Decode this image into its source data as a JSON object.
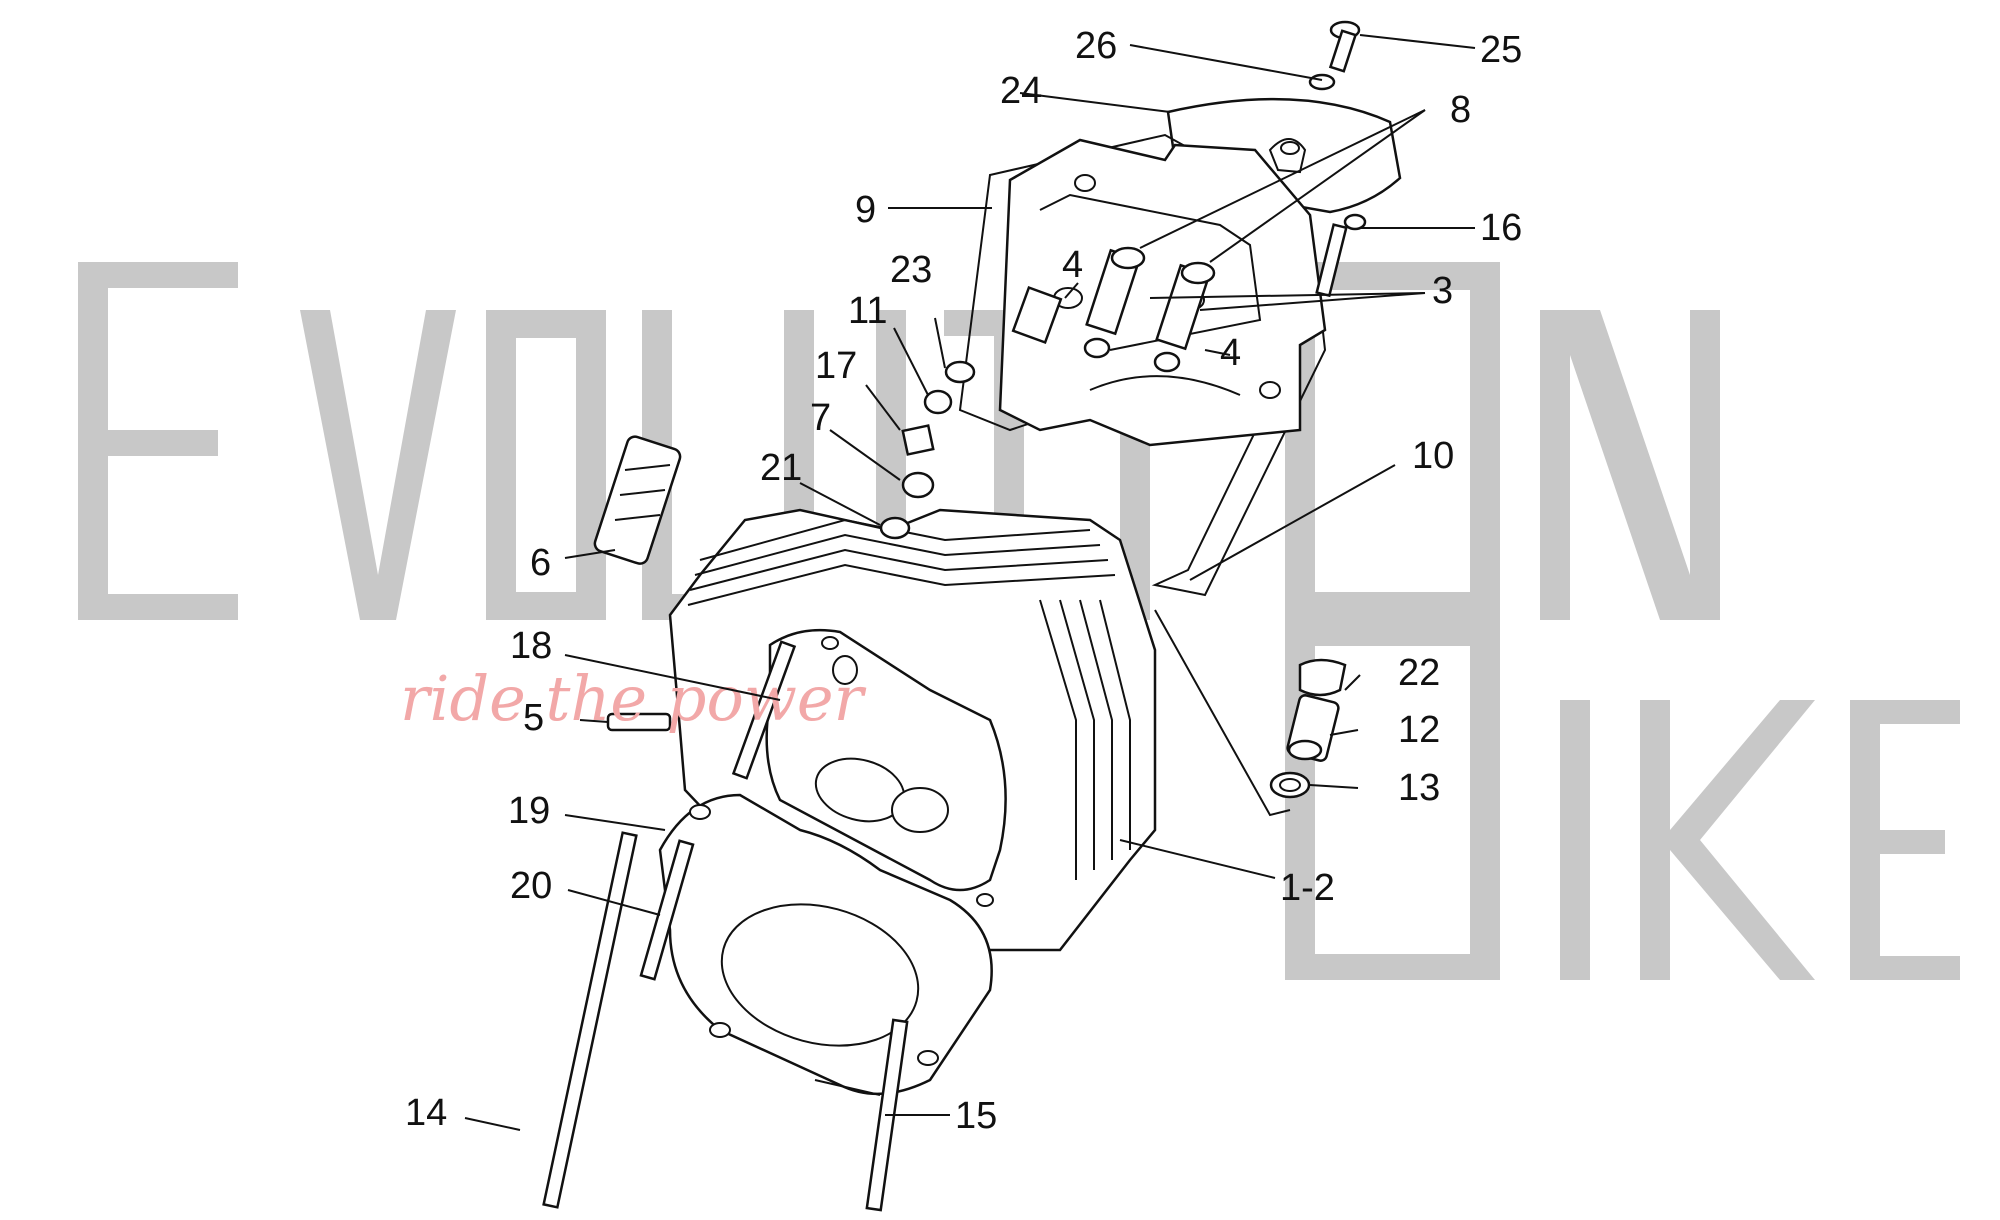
{
  "watermark": {
    "letters_top": [
      "E",
      "V",
      "O",
      "L",
      "U",
      "T",
      "I",
      "O",
      "N"
    ],
    "letters_bottom": [
      "B",
      "I",
      "K",
      "E"
    ],
    "slogan": "ride the power",
    "color": "#c8c8c8",
    "slogan_color": "#f2a8a8"
  },
  "callouts": {
    "c26": "26",
    "c25": "25",
    "c24": "24",
    "c8": "8",
    "c9": "9",
    "c16": "16",
    "c23": "23",
    "c4a": "4",
    "c3": "3",
    "c11": "11",
    "c4b": "4",
    "c17": "17",
    "c7": "7",
    "c10": "10",
    "c21": "21",
    "c6": "6",
    "c18": "18",
    "c22": "22",
    "c5": "5",
    "c12": "12",
    "c13": "13",
    "c19": "19",
    "c12dash": "1-2",
    "c20": "20",
    "c14": "14",
    "c15": "15"
  }
}
